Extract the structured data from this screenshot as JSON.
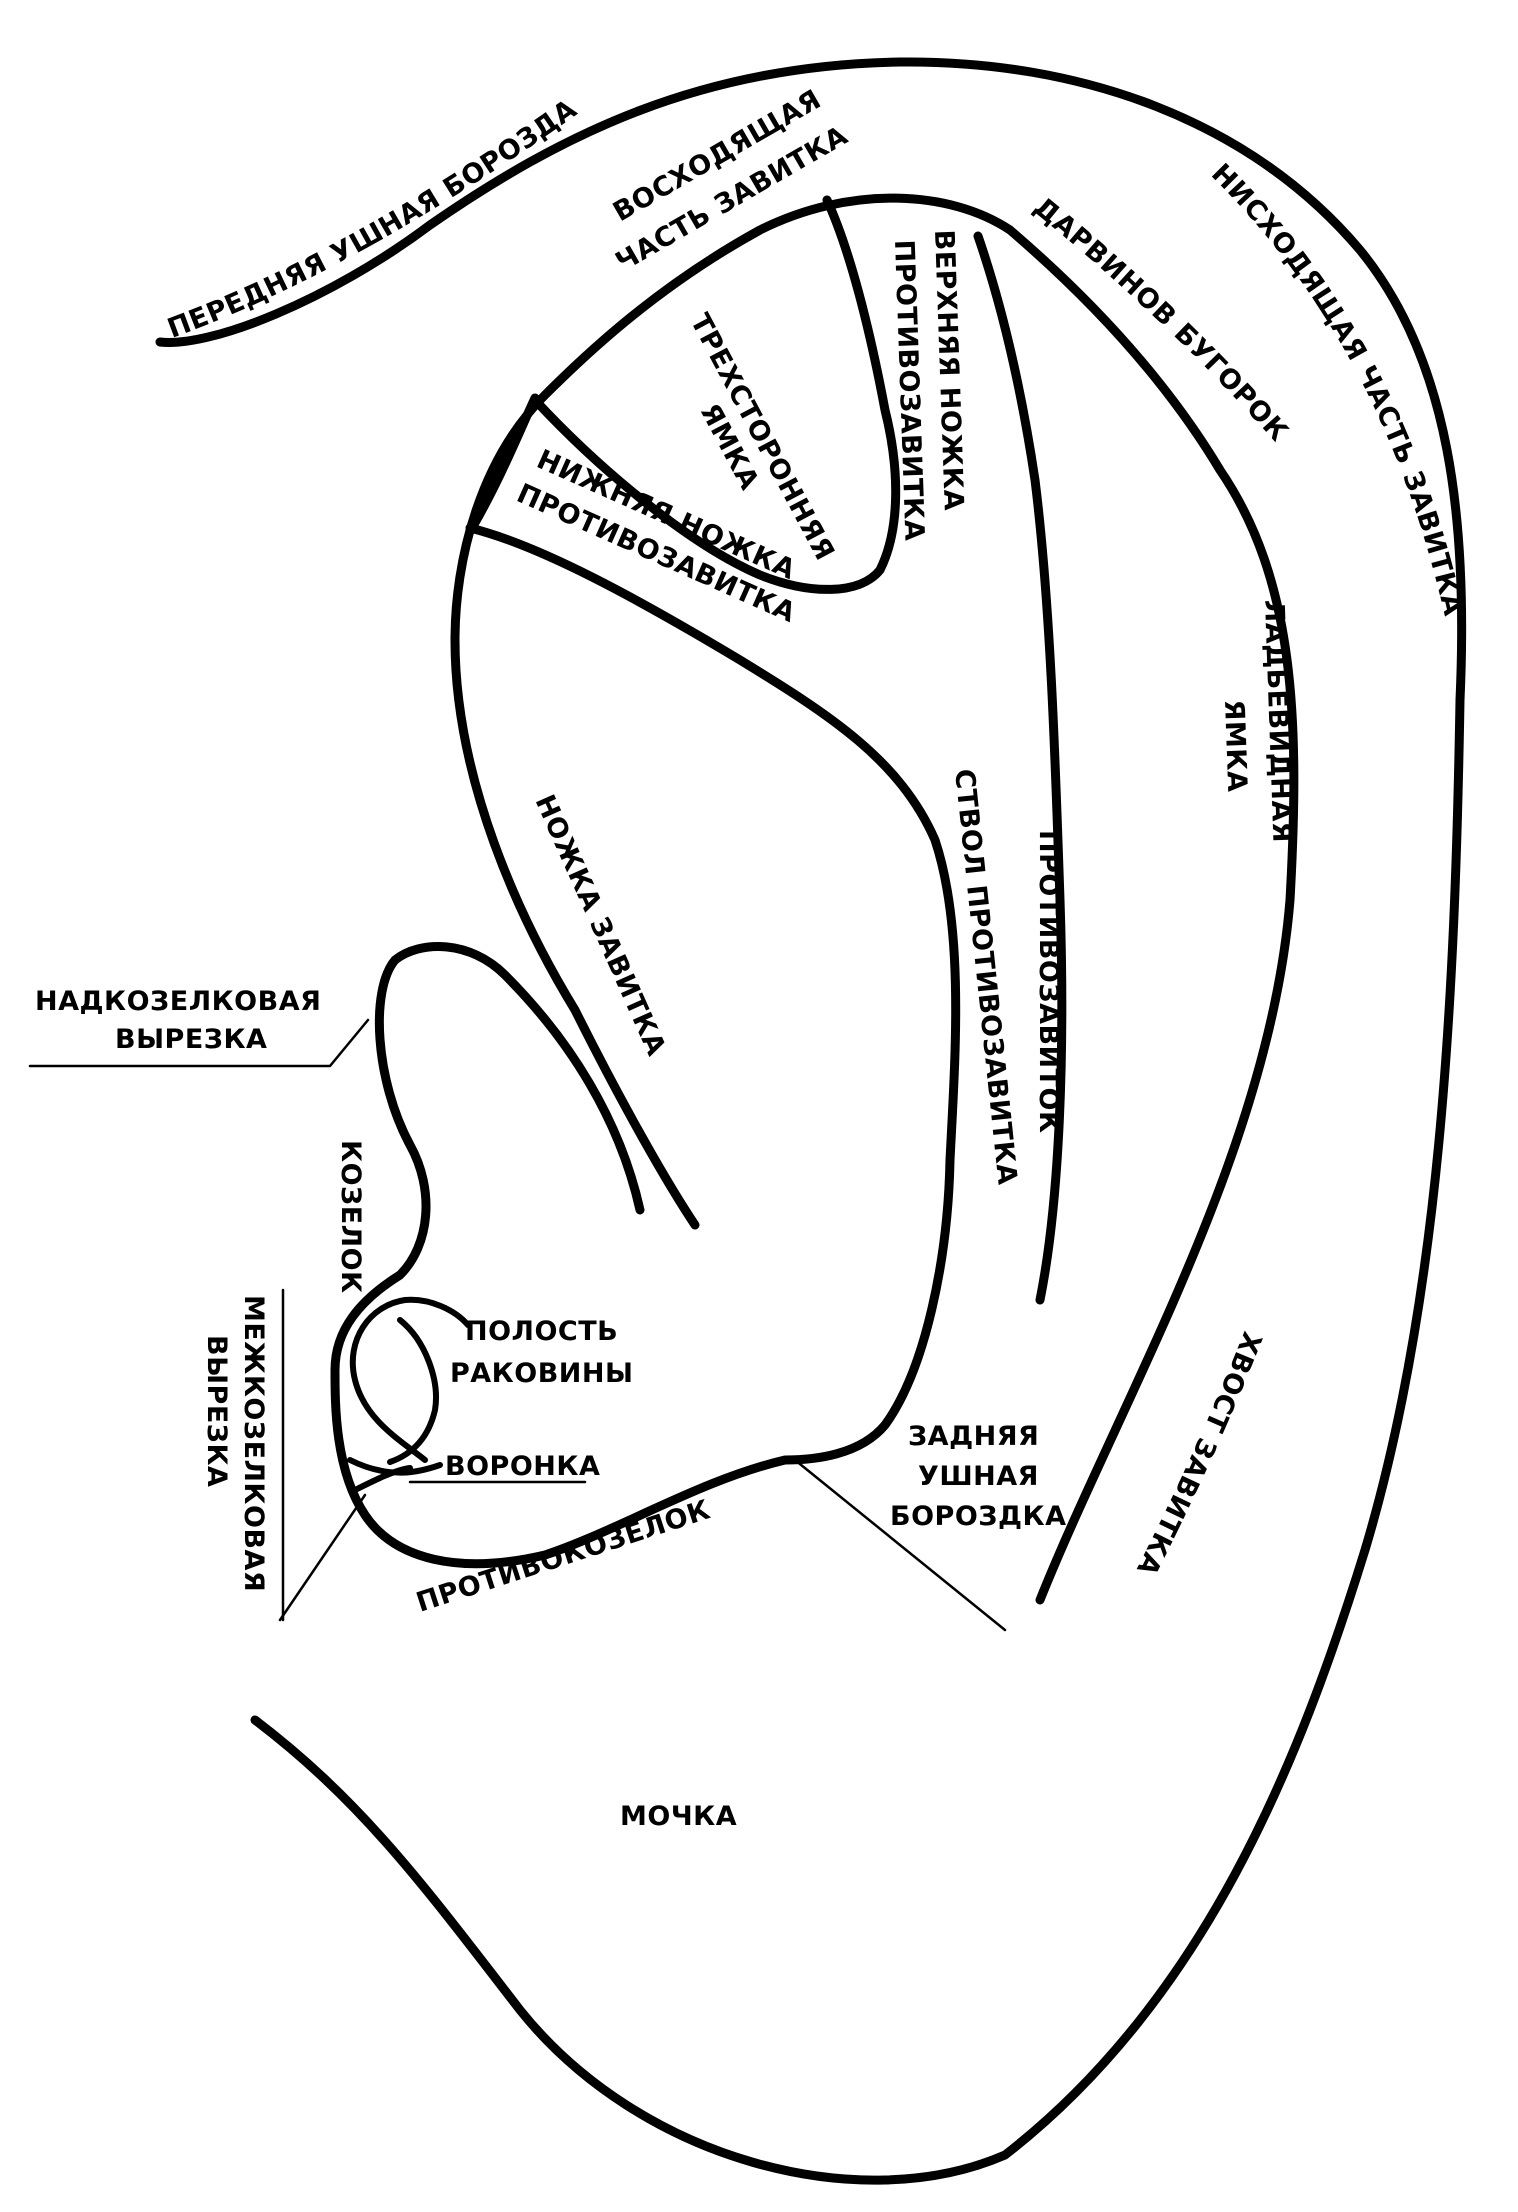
{
  "labels": {
    "anterior_auricular_groove": "ПЕРЕДНЯЯ УШНАЯ БОРОЗДА",
    "ascending_helix_1": "ВОСХОДЯЩАЯ",
    "ascending_helix_2": "ЧАСТЬ ЗАВИТКА",
    "descending_helix": "НИСХОДЯЩАЯ ЧАСТЬ ЗАВИТКА",
    "darwin_tubercle": "ДАРВИНОВ БУГОРОК",
    "triangular_fossa_1": "ТРЕХСТОРОННЯЯ",
    "triangular_fossa_2": "ЯМКА",
    "superior_crus_1": "ВЕРХНЯЯ НОЖКА",
    "superior_crus_2": "ПРОТИВОЗАВИТКА",
    "inferior_crus_1": "НИЖНЯЯ НОЖКА",
    "inferior_crus_2": "ПРОТИВОЗАВИТКА",
    "scaphoid_fossa_1": "ЛАДЬЕВИДНАЯ",
    "scaphoid_fossa_2": "ЯМКА",
    "antihelix_body": "СТВОЛ ПРОТИВОЗАВИТКА",
    "antihelix": "ПРОТИВОЗАВИТОК",
    "helix_crus": "НОЖКА ЗАВИТКА",
    "supratragic_notch_1": "НАДКОЗЕЛКОВАЯ",
    "supratragic_notch_2": "ВЫРЕЗКА",
    "tragus": "КОЗЕЛОК",
    "intertragic_notch_1": "МЕЖКОЗЕЛКОВАЯ",
    "intertragic_notch_2": "ВЫРЕЗКА",
    "concha_cavity_1": "ПОЛОСТЬ",
    "concha_cavity_2": "РАКОВИНЫ",
    "funnel": "ВОРОНКА",
    "antitragus": "ПРОТИВОКОЗЕЛОК",
    "posterior_groove_1": "ЗАДНЯЯ",
    "posterior_groove_2": "УШНАЯ",
    "posterior_groove_3": "БОРОЗДКА",
    "helix_tail": "ХВОСТ ЗАВИТКА",
    "lobule": "МОЧКА"
  }
}
